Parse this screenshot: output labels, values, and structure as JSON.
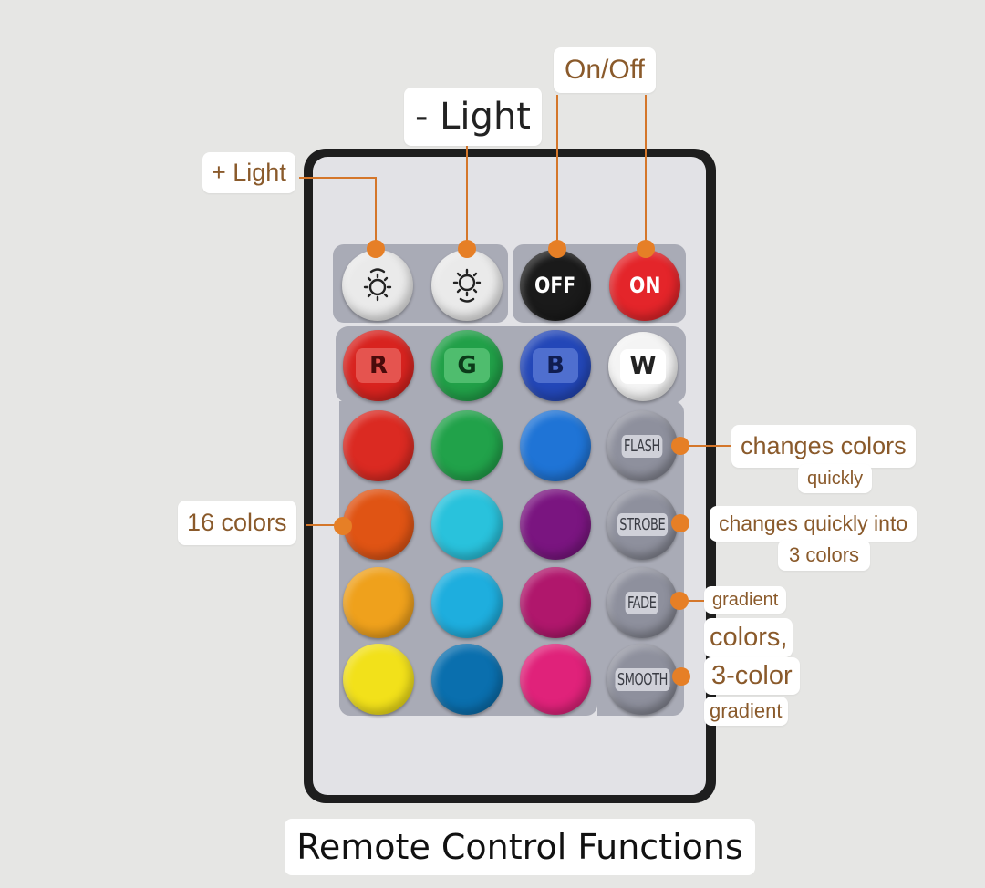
{
  "callouts": {
    "on_off": "On/Off",
    "minus_light": "- Light",
    "plus_light": "+ Light",
    "sixteen_colors": "16 colors",
    "flash_line1": "changes colors",
    "flash_line2": "quickly",
    "strobe_line1": "changes quickly into",
    "strobe_line2": "3 colors",
    "fade_line1": "gradient",
    "fade_line2": "colors,",
    "smooth_line1": "3-color",
    "smooth_line2": "gradient"
  },
  "buttons": {
    "off": "OFF",
    "on": "ON",
    "r": "R",
    "g": "G",
    "b": "B",
    "w": "W",
    "flash": "FLASH",
    "strobe": "STROBE",
    "fade": "FADE",
    "smooth": "SMOOTH"
  },
  "colors": {
    "accent": "#e67f26",
    "callout_text": "#8a5a2b",
    "red": "#d8231f",
    "green": "#21a048",
    "blue": "#2347b8",
    "white": "#f4f4f4",
    "black": "#1a1a1a",
    "on_red": "#e4252a",
    "grid": [
      [
        "#db2a22",
        "#21a24a",
        "#1f74d6"
      ],
      [
        "#e05414",
        "#29c2dc",
        "#7a1580"
      ],
      [
        "#efa11c",
        "#1eaede",
        "#b0176c"
      ],
      [
        "#f2e11a",
        "#0a6fae",
        "#e0227a"
      ]
    ]
  },
  "icons": {
    "brighten": "sun-outline-up-icon",
    "dim": "sun-outline-down-icon"
  },
  "title": "Remote Control Functions"
}
